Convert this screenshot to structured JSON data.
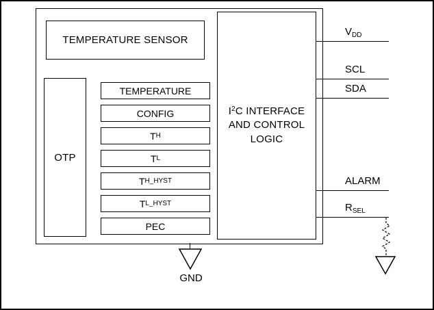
{
  "diagram": {
    "title_block": "TEMPERATURE SENSOR",
    "otp_label": "OTP",
    "i2c_block": {
      "line1_pre": "I",
      "line1_sup": "2",
      "line1_post": "C INTERFACE",
      "line2": "AND CONTROL",
      "line3": "LOGIC"
    },
    "registers": [
      {
        "main": "TEMPERATURE",
        "sub": ""
      },
      {
        "main": "CONFIG",
        "sub": ""
      },
      {
        "main": "T",
        "sub": "H"
      },
      {
        "main": "T",
        "sub": "L"
      },
      {
        "main": "T",
        "sub": "H_HYST"
      },
      {
        "main": "T",
        "sub": "L_HYST"
      },
      {
        "main": "PEC",
        "sub": ""
      }
    ],
    "pins": [
      {
        "main": "V",
        "sub": "DD"
      },
      {
        "main": "SCL",
        "sub": ""
      },
      {
        "main": "SDA",
        "sub": ""
      },
      {
        "main": "ALARM",
        "sub": ""
      },
      {
        "main": "R",
        "sub": "SEL"
      }
    ],
    "ground_label": "GND",
    "colors": {
      "line": "#000000",
      "background": "#ffffff"
    }
  }
}
